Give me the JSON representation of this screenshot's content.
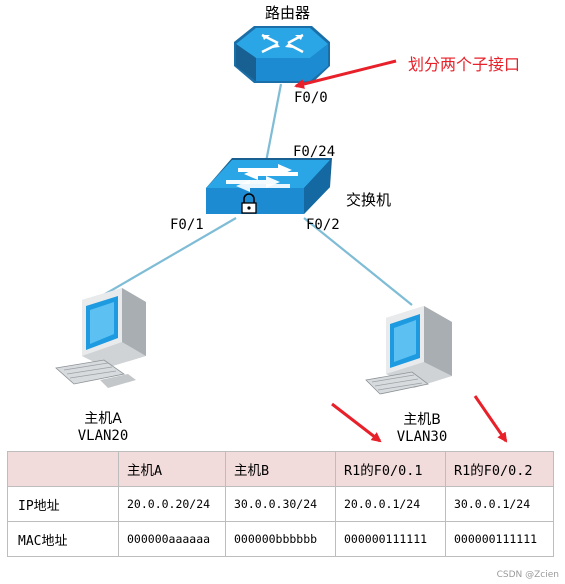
{
  "router": {
    "label": "路由器",
    "port": "F0/0",
    "icon": "router-icon"
  },
  "switch": {
    "label": "交换机",
    "port_uplink": "F0/24",
    "port_a": "F0/1",
    "port_b": "F0/2",
    "icon": "switch-icon",
    "lock_icon": "lock-icon"
  },
  "hostA": {
    "name": "主机A",
    "vlan": "VLAN20",
    "icon": "pc-icon"
  },
  "hostB": {
    "name": "主机B",
    "vlan": "VLAN30",
    "icon": "pc-icon"
  },
  "annotation": {
    "text": "划分两个子接口",
    "color": "#e8202a"
  },
  "colors": {
    "device_blue": "#1d8bd1",
    "link": "#7fbcd6",
    "header_bg": "#f2dcdb",
    "arrow_red": "#e8202a"
  },
  "table": {
    "headers": [
      "",
      "主机A",
      "主机B",
      "R1的F0/0.1",
      "R1的F0/0.2"
    ],
    "rows": [
      {
        "label": "IP地址",
        "cells": [
          "20.0.0.20/24",
          "30.0.0.30/24",
          "20.0.0.1/24",
          "30.0.0.1/24"
        ]
      },
      {
        "label": "MAC地址",
        "cells": [
          "000000aaaaaa",
          "000000bbbbbb",
          "000000111111",
          "000000111111"
        ]
      }
    ]
  },
  "watermark": "CSDN @Zcien"
}
